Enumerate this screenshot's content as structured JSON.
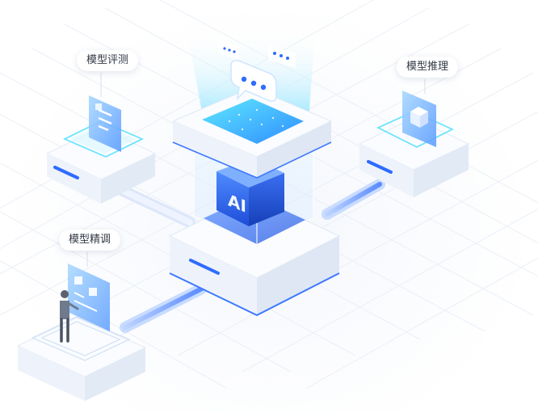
{
  "labels": {
    "model_eval": "模型评测",
    "model_inference": "模型推理",
    "model_finetune": "模型精调"
  },
  "core": {
    "chip_text": "AI"
  },
  "colors": {
    "primary_blue": "#2f6bff",
    "light_blue": "#7fb3ff",
    "cyan": "#5fe3ff",
    "platform_white": "#f7f9fd",
    "grid": "#e9eef6"
  },
  "icons": [
    "chat-bubble-icon",
    "document-icon",
    "cube-icon",
    "person-icon",
    "ai-chip-icon"
  ]
}
